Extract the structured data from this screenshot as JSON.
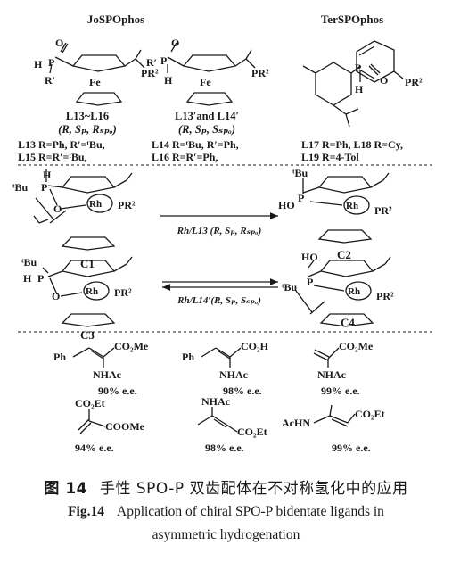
{
  "headers": {
    "jo": "JoSPOphos",
    "ter": "TerSPOphos"
  },
  "ligands": {
    "l1_label": "L13~L16",
    "l1_config": "(R, Sₚ, Rₛₚₒ)",
    "l2_label": "L13′and L14′",
    "l2_config": "(R, Sₚ, Sₛₚₒ)",
    "defs_row1": [
      "L13 R=Ph, R′=ᵗBu,",
      "L14 R=ᵗBu, R′=Ph,",
      "L17 R=Ph, L18 R=Cy,"
    ],
    "defs_row2": [
      "L15 R=R′=ᵗBu,",
      "L16 R=R′=Ph,",
      "L19 R=4-Tol"
    ]
  },
  "atoms": {
    "O": "O",
    "H": "H",
    "P": "P",
    "Fe": "Fe",
    "PR2": "PR²",
    "Rprime": "R′",
    "R": "R",
    "HO": "HO",
    "tBu": "ᵗBu",
    "Rh": "Rh",
    "C_O": "O"
  },
  "complexes": {
    "c1": "C1",
    "c2": "C2",
    "c3": "C3",
    "c4": "C4"
  },
  "arrows": {
    "top": "Rh/L13 (R, Sₚ, Rₛₚₒ)",
    "bottom": "Rh/L14′(R, Sₚ, Sₛₚₒ)"
  },
  "substrates": [
    {
      "left": "Ph",
      "top": "CO₂Me",
      "bottom": "NHAc",
      "ee": "90% e.e."
    },
    {
      "left": "Ph",
      "top": "CO₂H",
      "bottom": "NHAc",
      "ee": "98% e.e."
    },
    {
      "left": "",
      "top": "CO₂Me",
      "bottom": "NHAc",
      "ee": "99% e.e."
    },
    {
      "left": "",
      "top": "CO₂Et",
      "bottom": "COOMe",
      "ee": "94% e.e."
    },
    {
      "left": "",
      "top": "NHAc",
      "bottom": "CO₂Et",
      "ee": "98% e.e."
    },
    {
      "left": "AcHN",
      "top": "",
      "bottom": "CO₂Et",
      "ee": "99% e.e."
    }
  ],
  "caption": {
    "cn_label": "图 14",
    "cn_text": "手性 SPO-P 双齿配体在不对称氢化中的应用",
    "en_label": "Fig.14",
    "en_line1": "Application of chiral SPO-P bidentate ligands in",
    "en_line2": "asymmetric hydrogenation"
  }
}
